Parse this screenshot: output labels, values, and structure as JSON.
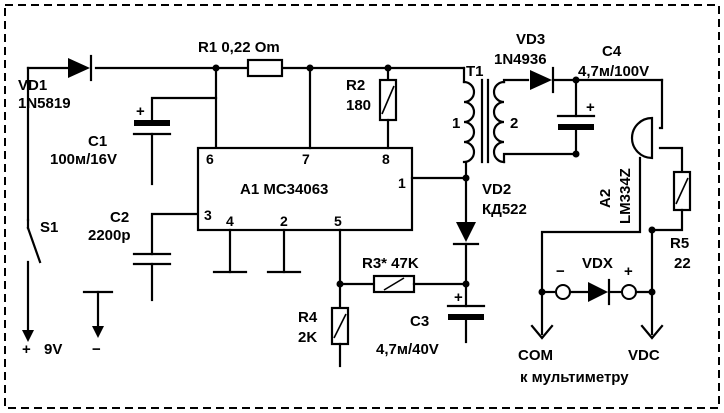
{
  "colors": {
    "ink": "#000000",
    "background": "#ffffff"
  },
  "components": {
    "vd1": {
      "ref": "VD1",
      "value": "1N5819"
    },
    "r1": {
      "label": "R1 0,22 Om"
    },
    "c1": {
      "ref": "C1",
      "value": "100м/16V",
      "polarity": "+"
    },
    "c2": {
      "ref": "C2",
      "value": "2200p"
    },
    "s1": {
      "ref": "S1"
    },
    "battery": {
      "plus": "+",
      "voltage": "9V",
      "minus": "−"
    },
    "r2": {
      "ref": "R2",
      "value": "180"
    },
    "a1": {
      "label": "A1 MC34063",
      "pins": {
        "p1": "1",
        "p2": "2",
        "p3": "3",
        "p4": "4",
        "p5": "5",
        "p6": "6",
        "p7": "7",
        "p8": "8"
      }
    },
    "t1": {
      "ref": "T1",
      "winding1": "1",
      "winding2": "2"
    },
    "vd3": {
      "ref": "VD3",
      "value": "1N4936"
    },
    "c4": {
      "ref": "C4",
      "value": "4,7м/100V",
      "polarity": "+"
    },
    "vd2": {
      "ref": "VD2",
      "value": "КД522"
    },
    "a2": {
      "ref": "A2",
      "value": "LM334Z"
    },
    "r5": {
      "ref": "R5",
      "value": "22"
    },
    "r3": {
      "label": "R3* 47K"
    },
    "r4": {
      "ref": "R4",
      "value": "2K"
    },
    "c3": {
      "ref": "C3",
      "value": "4,7м/40V",
      "polarity": "+"
    },
    "vdx": {
      "ref": "VDX",
      "minus": "−",
      "plus": "+"
    },
    "outputs": {
      "com": "COM",
      "vdc": "VDC",
      "caption": "к мультиметру"
    }
  }
}
